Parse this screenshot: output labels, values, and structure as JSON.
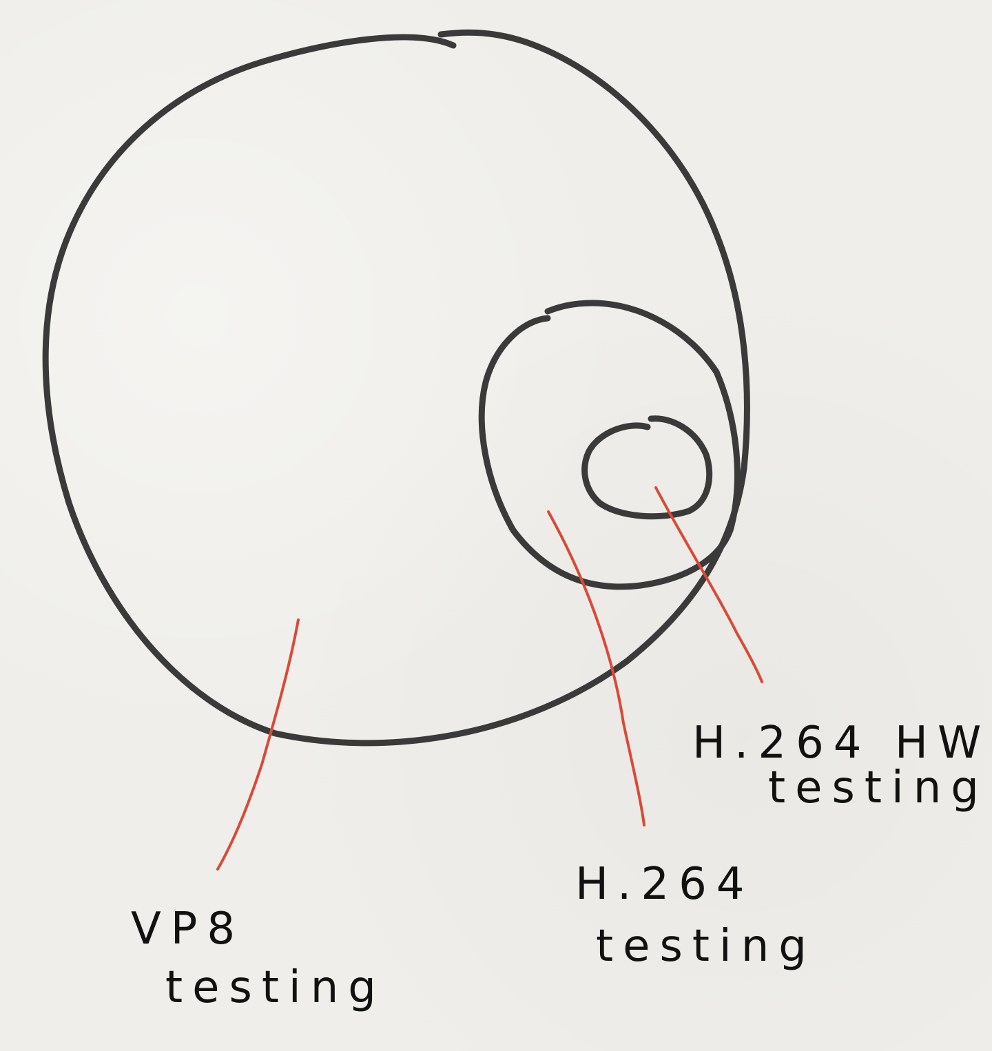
{
  "diagram": {
    "sets": [
      {
        "id": "vp8",
        "lines": [
          "VP8",
          "testing"
        ]
      },
      {
        "id": "h264",
        "lines": [
          "H.264",
          "testing"
        ]
      },
      {
        "id": "h264-hw",
        "lines": [
          "H.264 HW",
          "testing"
        ]
      }
    ],
    "colors": {
      "outline": "#3a3a3a",
      "pointer": "#d94a38",
      "text": "#111111",
      "paper": "#efeeea"
    }
  }
}
